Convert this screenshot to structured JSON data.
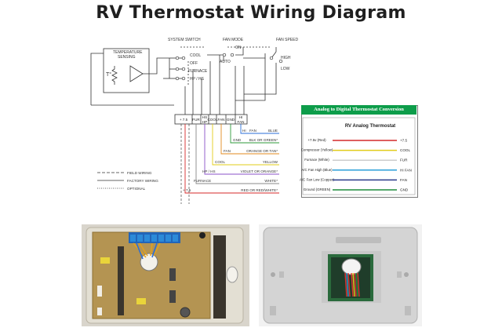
{
  "title": "RV Thermostat Wiring Diagram",
  "schematic": {
    "system_switch": "SYSTEM SWITCH",
    "fan_mode": "FAN MODE",
    "fan_speed": "FAN SPEED",
    "temp_sensing": [
      "TEMPERATURE",
      "SENSING"
    ],
    "t_symbol": "T°",
    "cool": "COOL",
    "off": "OFF",
    "furnace": "FURNACE",
    "hp_hs": "HP / HS",
    "on": "ON",
    "auto": "AUTO",
    "high": "HIGH",
    "low": "LOW",
    "terminals": [
      "+ 7.5",
      "FUR",
      "HS\nHP",
      "COOL",
      "FAN",
      "GND",
      "HI\nFAN"
    ],
    "wires": [
      {
        "code": "HI",
        "label": "FAN",
        "color_label": "BLUE",
        "color": "#2a6ed8"
      },
      {
        "code": "GND",
        "label": "",
        "color_label": "BLK OR GREEN*",
        "color": "#2d9a3a"
      },
      {
        "code": "FAN",
        "label": "",
        "color_label": "ORANGE OR TAN*",
        "color": "#e28a1e"
      },
      {
        "code": "COOL",
        "label": "",
        "color_label": "YELLOW",
        "color": "#e2cc1a"
      },
      {
        "code": "HP / HS",
        "label": "",
        "color_label": "VIOLET OR ORANGE*",
        "color": "#8a52c8"
      },
      {
        "code": "FURNACE",
        "label": "",
        "color_label": "WHITE*",
        "color": "#888888"
      },
      {
        "code": "+ 7.5",
        "label": "",
        "color_label": "RED OR RED/WHITE*",
        "color": "#d42a2a"
      }
    ],
    "legend": [
      "FIELD WIRING",
      "FACTORY WIRING",
      "OPTIONAL"
    ]
  },
  "conversion": {
    "banner": "Analog to Digital Thermostat Conversion",
    "heading": "RV Analog Thermostat",
    "rows": [
      {
        "left": "+7.5v (Red)",
        "right": "+7.5",
        "color": "#d42a2a"
      },
      {
        "left": "Compressor (Yellow)",
        "right": "COOL",
        "color": "#e2cc1a"
      },
      {
        "left": "Furnace (White)",
        "right": "FUR",
        "color": "#cccccc"
      },
      {
        "left": "A/C Fan High (Blue)",
        "right": "HI FAN",
        "color": "#2a9fd8"
      },
      {
        "left": "A/C Fan Low (Copper)",
        "right": "FAN",
        "color": "#2a3a8a"
      },
      {
        "left": "Ground (GREEN)",
        "right": "GND",
        "color": "#1e8c3c"
      }
    ]
  },
  "colors": {
    "accent_green": "#0d9d4a",
    "line": "#333333"
  }
}
